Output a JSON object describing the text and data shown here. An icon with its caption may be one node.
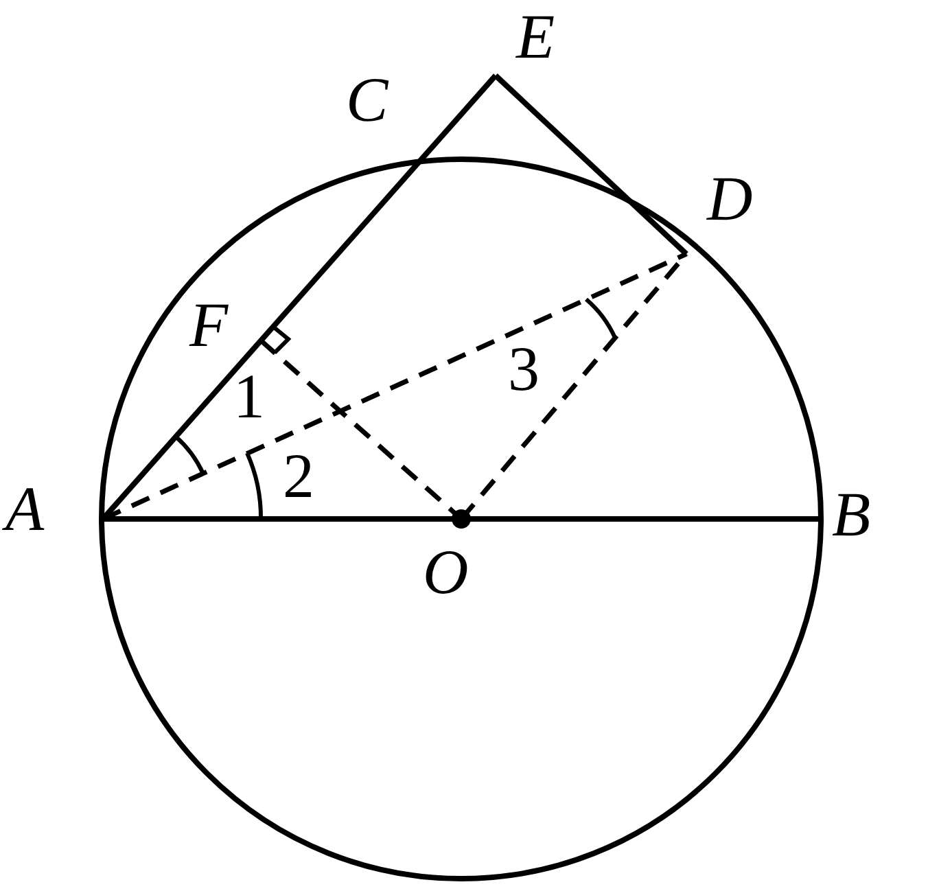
{
  "diagram": {
    "labels": [
      "E",
      "C",
      "D",
      "F",
      "3",
      "1",
      "A",
      "2",
      "B",
      "O"
    ]
  }
}
